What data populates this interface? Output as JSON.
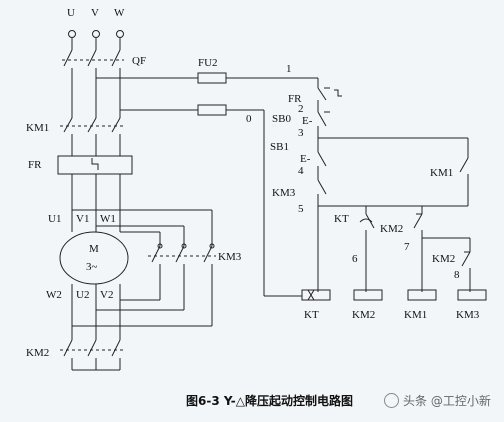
{
  "labels": {
    "U": "U",
    "V": "V",
    "W": "W",
    "QF": "QF",
    "FU2": "FU2",
    "wire1": "1",
    "wire0": "0",
    "FR_ctrl": "FR",
    "n2": "2",
    "SB0": "SB0",
    "n3": "3",
    "SB1": "SB1",
    "n4": "4",
    "KM3_ctrl": "KM3",
    "n5": "5",
    "KT_contact": "KT",
    "KM2_contact": "KM2",
    "n6": "6",
    "n7": "7",
    "KM1_right": "KM1",
    "KM2_right": "KM2",
    "n8": "8",
    "KM1_main": "KM1",
    "FR_main": "FR",
    "U1": "U1",
    "V1": "V1",
    "W1": "W1",
    "W2": "W2",
    "U2": "U2",
    "V2": "V2",
    "motor_M": "M",
    "motor_3ph": "3~",
    "KM3_main": "KM3",
    "KM2_main": "KM2",
    "coil_KT": "KT",
    "coil_KM2": "KM2",
    "coil_KM1": "KM1",
    "coil_KM3": "KM3",
    "E": "E-"
  },
  "caption": "图6-3  Y-△降压起动控制电路图",
  "watermark": "头条 @工控小新"
}
